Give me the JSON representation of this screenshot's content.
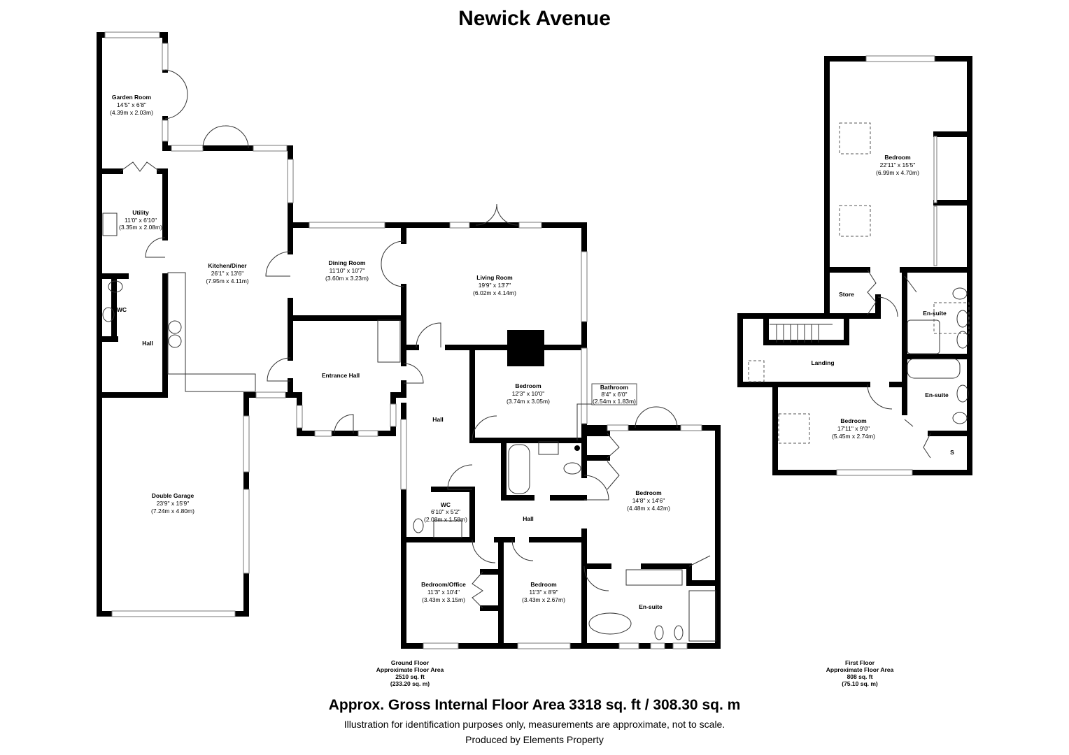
{
  "title": "Newick Avenue",
  "rooms": {
    "garden_room": {
      "name": "Garden Room",
      "imperial": "14'5\" x 6'8\"",
      "metric": "(4.39m x 2.03m)"
    },
    "utility": {
      "name": "Utility",
      "imperial": "11'0\" x 6'10\"",
      "metric": "(3.35m x 2.08m)"
    },
    "kitchen": {
      "name": "Kitchen/Diner",
      "imperial": "26'1\" x 13'6\"",
      "metric": "(7.95m x 4.11m)"
    },
    "dining": {
      "name": "Dining Room",
      "imperial": "11'10\" x 10'7\"",
      "metric": "(3.60m x 3.23m)"
    },
    "living": {
      "name": "Living Room",
      "imperial": "19'9\" x 13'7\"",
      "metric": "(6.02m x 4.14m)"
    },
    "wc1": {
      "name": "WC"
    },
    "hall1": {
      "name": "Hall"
    },
    "entrance_hall": {
      "name": "Entrance Hall"
    },
    "hall2": {
      "name": "Hall"
    },
    "bedroom1": {
      "name": "Bedroom",
      "imperial": "12'3\" x 10'0\"",
      "metric": "(3.74m x 3.05m)"
    },
    "bathroom": {
      "name": "Bathroom",
      "imperial": "8'4\" x 6'0\"",
      "metric": "(2.54m x 1.83m)"
    },
    "double_garage": {
      "name": "Double Garage",
      "imperial": "23'9\" x 15'9\"",
      "metric": "(7.24m x 4.80m)"
    },
    "wc2": {
      "name": "WC",
      "imperial": "6'10\" x 5'2\"",
      "metric": "(2.08m x 1.58m)"
    },
    "hall3": {
      "name": "Hall"
    },
    "bedroom2": {
      "name": "Bedroom",
      "imperial": "14'8\" x 14'6\"",
      "metric": "(4.48m x 4.42m)"
    },
    "bedroom_office": {
      "name": "Bedroom/Office",
      "imperial": "11'3\" x 10'4\"",
      "metric": "(3.43m x 3.15m)"
    },
    "bedroom3": {
      "name": "Bedroom",
      "imperial": "11'3\" x 8'9\"",
      "metric": "(3.43m x 2.67m)"
    },
    "ensuite_gf": {
      "name": "En-suite"
    },
    "ff_bedroom1": {
      "name": "Bedroom",
      "imperial": "22'11\" x 15'5\"",
      "metric": "(6.99m x 4.70m)"
    },
    "store": {
      "name": "Store"
    },
    "ff_ensuite1": {
      "name": "En-suite"
    },
    "landing": {
      "name": "Landing"
    },
    "ff_ensuite2": {
      "name": "En-suite"
    },
    "ff_bedroom2": {
      "name": "Bedroom",
      "imperial": "17'11\" x 9'0\"",
      "metric": "(5.45m x 2.74m)"
    },
    "s": {
      "name": "S"
    }
  },
  "ground_floor": {
    "line1": "Ground Floor",
    "line2": "Approximate Floor Area",
    "line3": "2510 sq. ft",
    "line4": "(233.20 sq. m)"
  },
  "first_floor": {
    "line1": "First Floor",
    "line2": "Approximate Floor Area",
    "line3": "808 sq. ft",
    "line4": "(75.10 sq. m)"
  },
  "footer": {
    "gia": "Approx. Gross Internal Floor Area 3318 sq. ft / 308.30 sq. m",
    "disclaimer": "Illustration for identification purposes only, measurements are approximate, not to scale.",
    "producer": "Produced by Elements Property"
  }
}
